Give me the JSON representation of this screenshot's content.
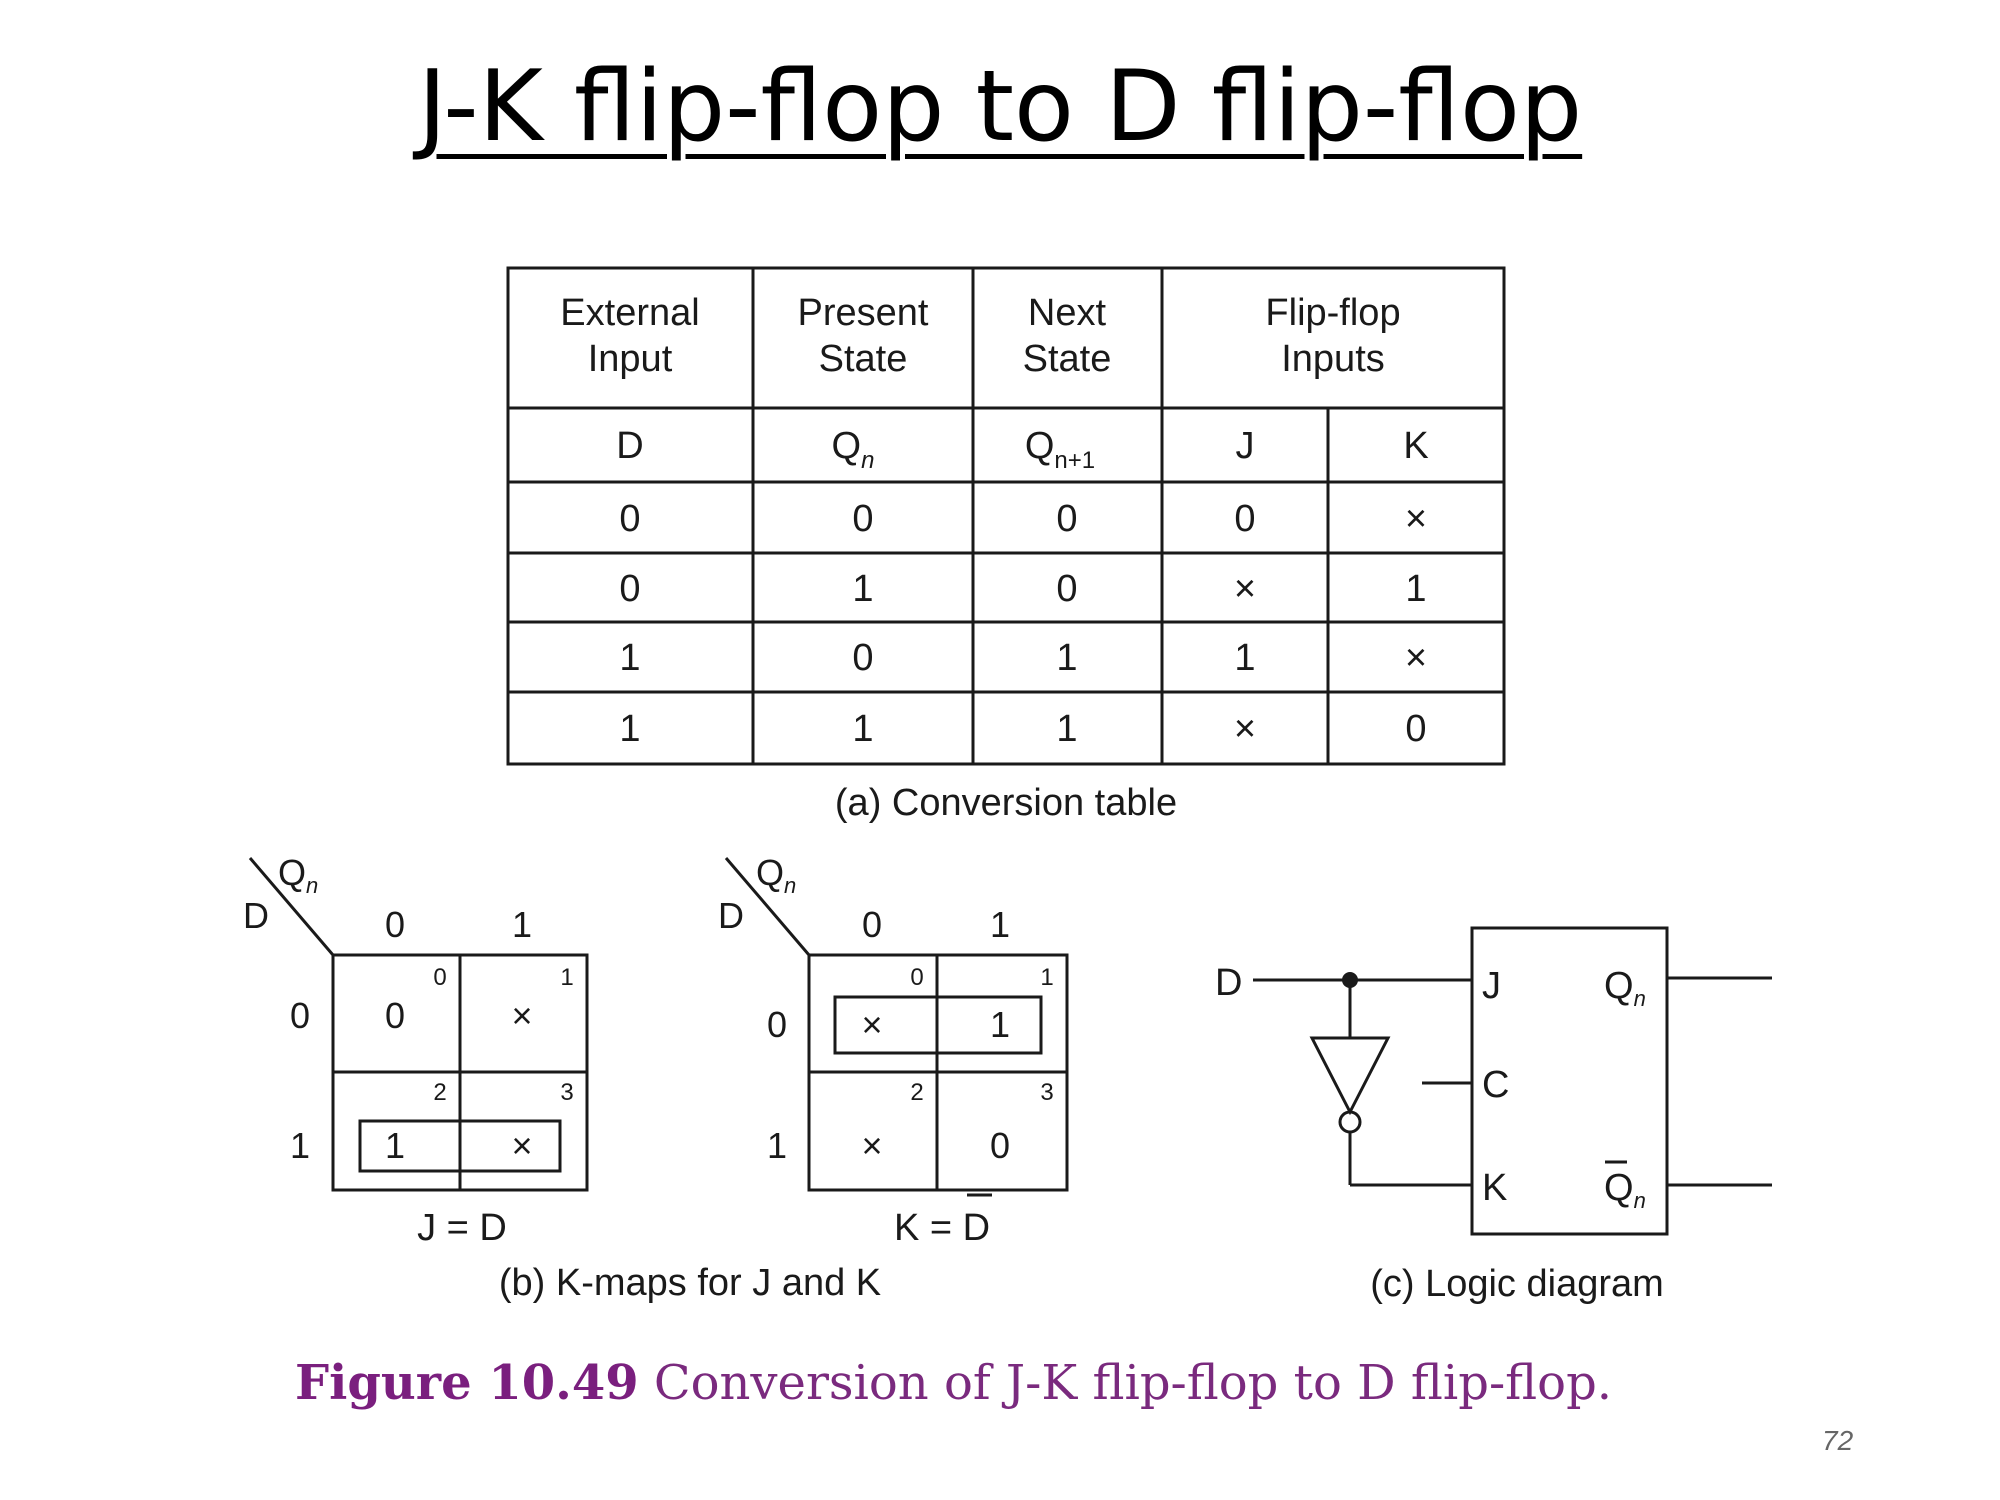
{
  "title": "J-K flip-flop to D flip-flop",
  "table": {
    "group_headers": [
      "External Input",
      "Present State",
      "Next State",
      "Flip-flop Inputs"
    ],
    "columns": [
      "D",
      "Q",
      "Q",
      "J",
      "K"
    ],
    "column_subscripts": [
      "",
      "n",
      "n+1",
      "",
      ""
    ],
    "rows": [
      [
        "0",
        "0",
        "0",
        "0",
        "×"
      ],
      [
        "0",
        "1",
        "0",
        "×",
        "1"
      ],
      [
        "1",
        "0",
        "1",
        "1",
        "×"
      ],
      [
        "1",
        "1",
        "1",
        "×",
        "0"
      ]
    ],
    "caption": "(a) Conversion table"
  },
  "kmap_j": {
    "row_var": "D",
    "col_var": "Q",
    "col_var_subscript": "n",
    "col_headers": [
      "0",
      "1"
    ],
    "row_headers": [
      "0",
      "1"
    ],
    "cells": [
      "0",
      "×",
      "1",
      "×"
    ],
    "cell_indices": [
      "0",
      "1",
      "2",
      "3"
    ],
    "expression": "J = D"
  },
  "kmap_k": {
    "row_var": "D",
    "col_var": "Q",
    "col_var_subscript": "n",
    "col_headers": [
      "0",
      "1"
    ],
    "row_headers": [
      "0",
      "1"
    ],
    "cells": [
      "×",
      "1",
      "×",
      "0"
    ],
    "cell_indices": [
      "0",
      "1",
      "2",
      "3"
    ],
    "expression_left": "K = ",
    "expression_right": "D"
  },
  "kmaps_caption": "(b) K-maps for J and K",
  "logic": {
    "input": "D",
    "pins": [
      "J",
      "C",
      "K"
    ],
    "out_q": "Q",
    "out_qbar": "Q",
    "out_subscript": "n",
    "caption": "(c) Logic diagram"
  },
  "figure_caption": {
    "label": "Figure 10.49",
    "text": " Conversion of J-K flip-flop to D flip-flop."
  },
  "page_number": "72",
  "colors": {
    "caption_purple": "#7a2a7e",
    "line": "#1a1a1a"
  }
}
